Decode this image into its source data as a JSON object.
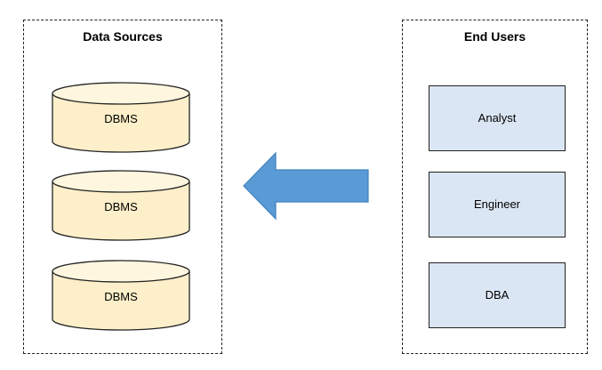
{
  "sources": {
    "title": "Data Sources",
    "items": [
      {
        "label": "DBMS"
      },
      {
        "label": "DBMS"
      },
      {
        "label": "DBMS"
      }
    ]
  },
  "users": {
    "title": "End Users",
    "items": [
      {
        "label": "Analyst"
      },
      {
        "label": "Engineer"
      },
      {
        "label": "DBA"
      }
    ]
  },
  "colors": {
    "database_fill": "#fcefc9",
    "user_fill": "#dbe6f4",
    "arrow_fill": "#5b9bd5",
    "arrow_stroke": "#3f7fbf",
    "border": "#222222"
  },
  "arrow": {
    "direction": "left"
  }
}
